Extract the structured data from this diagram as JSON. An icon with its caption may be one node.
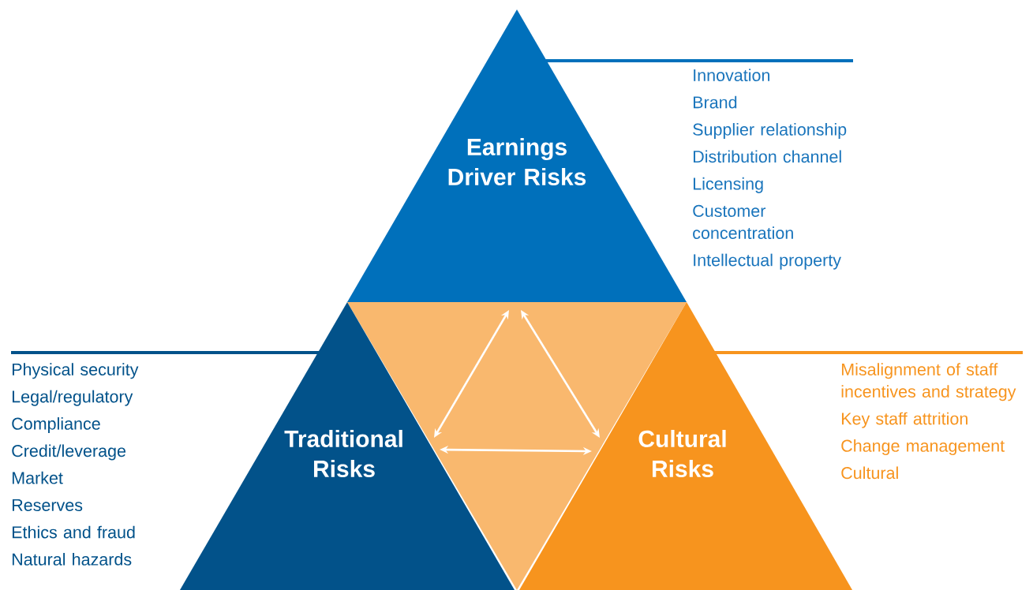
{
  "diagram": {
    "nodes": [
      {
        "text": [
          "Earnings Driver Risks"
        ],
        "beside": [
          "Innovation",
          "Brand",
          "Supplier relationship",
          "Distribution channel",
          "Licensing",
          "Customer concentration",
          "Intellectual property"
        ]
      },
      {
        "text": [
          "Traditional Risks"
        ],
        "beside": [
          "Physical security",
          "Legal/regulatory",
          "Compliance",
          "Credit/leverage",
          "Market",
          "Reserves",
          "Ethics and fraud",
          "Natural hazards"
        ]
      },
      {
        "text": [
          "Cultural Risks"
        ],
        "beside": [
          "Misalignment of staff incentives and strategy",
          "Key staff attrition",
          "Change management",
          "Cultural"
        ]
      }
    ],
    "edges": [
      {
        "from": 0,
        "to": 1,
        "arrow": "both"
      },
      {
        "from": 0,
        "to": 2,
        "arrow": "both"
      },
      {
        "from": 1,
        "to": 2,
        "arrow": "both"
      }
    ]
  }
}
